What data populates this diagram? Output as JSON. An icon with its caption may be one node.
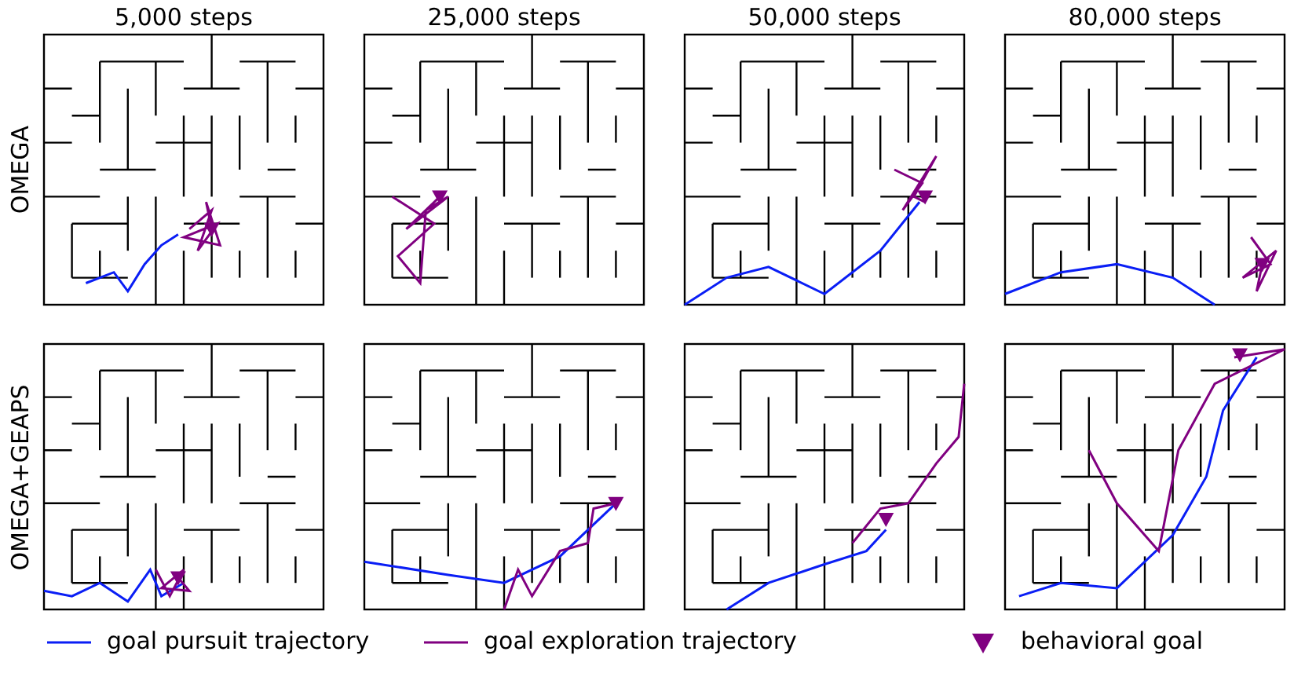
{
  "diagram": {
    "labels": [
      "5,000 steps",
      "25,000 steps",
      "50,000 steps",
      "80,000 steps",
      "OMEGA",
      "OMEGA+GEAPS"
    ],
    "legend": [
      {
        "text": "goal pursuit trajectory"
      },
      {
        "text": "goal exploration trajectory"
      },
      {
        "text": "behavioral goal"
      }
    ]
  }
}
